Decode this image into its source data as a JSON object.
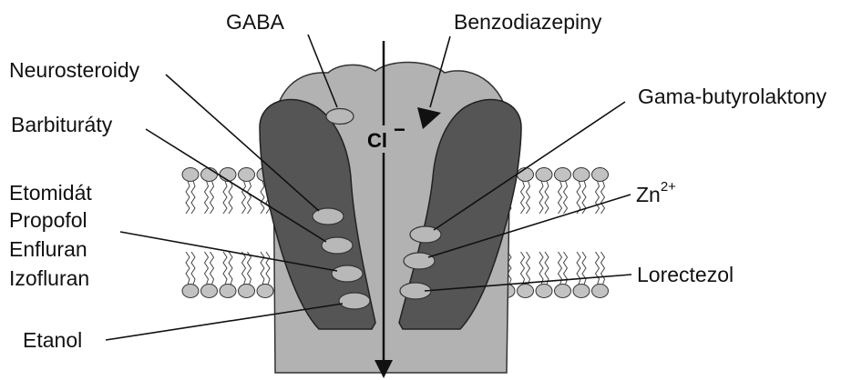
{
  "diagram": {
    "ion_label": "Cl",
    "ion_charge": "−",
    "sites": {
      "gaba": "GABA",
      "benzodiazepiny": "Benzodiazepiny",
      "neurosteroidy": "Neurosteroidy",
      "barbituraty": "Barbituráty",
      "etomidat": "Etomidát",
      "propofol": "Propofol",
      "enfluran": "Enfluran",
      "izofluran": "Izofluran",
      "etanol": "Etanol",
      "gama_butyrolaktony": "Gama-butyrolaktony",
      "zinc": "Zn",
      "zinc_charge": "2+",
      "lorectezol": "Lorectezol"
    },
    "colors": {
      "outer_subunit": "#b2b2b2",
      "inner_subunit": "#555555",
      "binding_site": "#b8b8b8",
      "lipid_head": "#c2c2c2",
      "line": "#111111"
    }
  }
}
